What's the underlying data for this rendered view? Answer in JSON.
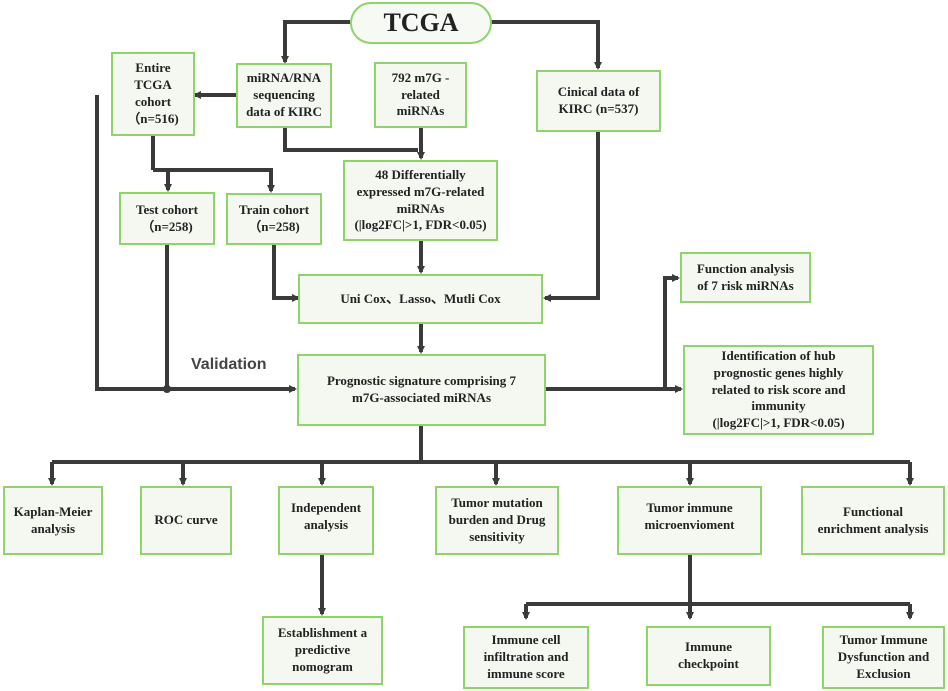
{
  "title": "TCGA",
  "nodes": {
    "entire_cohort": "Entire\nTCGA\ncohort\n（n=516)",
    "mirna_rna": "miRNA/RNA\nsequencing\ndata of KIRC",
    "m7g_mirnas": "792 m7G -\nrelated\nmiRNAs",
    "clinical": "Cinical data of\nKIRC (n=537)",
    "deg": "48 Differentially\nexpressed m7G-related\nmiRNAs\n(|log2FC|>1, FDR<0.05)",
    "test": "Test cohort\n（n=258)",
    "train": "Train cohort\n（n=258)",
    "cox": "Uni Cox、Lasso、Mutli Cox",
    "signature": "Prognostic signature comprising 7\nm7G-associated miRNAs",
    "function7": "Function analysis\nof 7 risk miRNAs",
    "hub": "Identification of hub\nprognostic genes highly\nrelated to risk score and\nimmunity\n(|log2FC|>1, FDR<0.05)",
    "km": "Kaplan-Meier\nanalysis",
    "roc": "ROC curve",
    "independent": "Independent\nanalysis",
    "tmb": "Tumor mutation\nburden and  Drug\nsensitivity",
    "tme": "Tumor immune\nmicroenvioment",
    "functional": "Functional\nenrichment analysis",
    "nomogram": "Establishment a\npredictive\nnomogram",
    "immune_cell": "Immune cell\ninfiltration and\nimmune score",
    "checkpoint": "Immune\ncheckpoint",
    "tide": "Tumor Immune\nDysfunction and\nExclusion"
  },
  "validation_label": "Validation",
  "colors": {
    "box_border": "#8ed46a",
    "box_fill": "#f4f8f0",
    "arrow": "#3a3a3a"
  }
}
